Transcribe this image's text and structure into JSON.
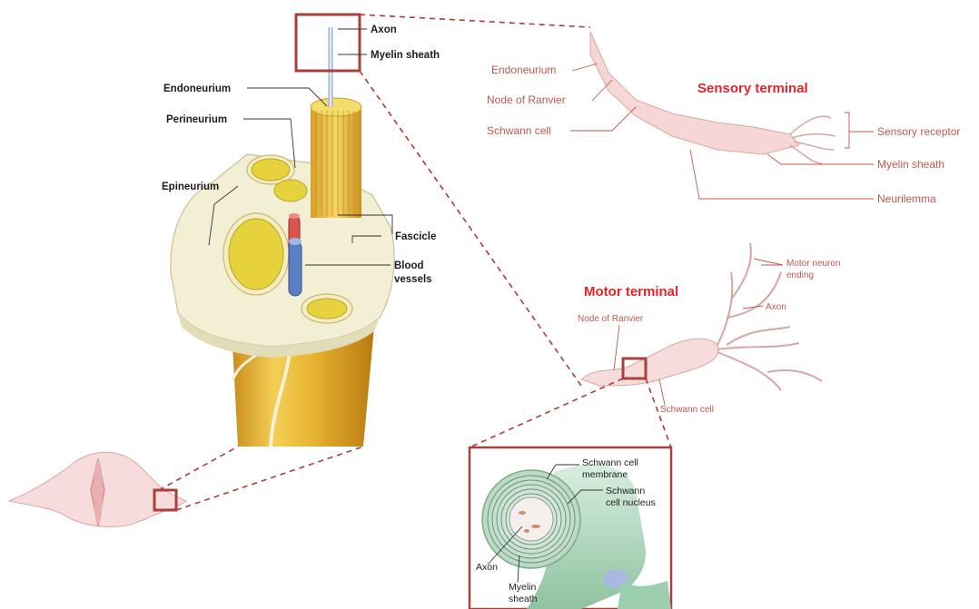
{
  "labels": {
    "axon_top": "Axon",
    "myelin_top": "Myelin sheath",
    "endoneurium": "Endoneurium",
    "perineurium": "Perineurium",
    "epineurium": "Epineurium",
    "fascicle": "Fascicle",
    "blood_vessels_1": "Blood",
    "blood_vessels_2": "vessels"
  },
  "sensory": {
    "title": "Sensory terminal",
    "endoneurium": "Endoneurium",
    "node_of_ranvier": "Node of Ranvier",
    "schwann_cell": "Schwann cell",
    "sensory_receptor": "Sensory receptor",
    "myelin_sheath": "Myelin sheath",
    "neurilemma": "Neurilemma"
  },
  "motor": {
    "title": "Motor terminal",
    "node_of_ranvier": "Node of Ranvier",
    "motor_neuron_ending_1": "Motor neuron",
    "motor_neuron_ending_2": "ending",
    "axon": "Axon",
    "schwann_cell": "Schwann cell"
  },
  "inset": {
    "schwann_membrane_1": "Schwann cell",
    "schwann_membrane_2": "membrane",
    "schwann_nucleus_1": "Schwann",
    "schwann_nucleus_2": "cell nucleus",
    "axon": "Axon",
    "myelin_1": "Myelin",
    "myelin_2": "sheath"
  },
  "colors": {
    "highlight_box": "#a8413d",
    "dashed_line": "#b23a36",
    "label_pink": "#c0574f",
    "title_red": "#e0262b",
    "nerve_yellow": "#e8bf3a"
  }
}
